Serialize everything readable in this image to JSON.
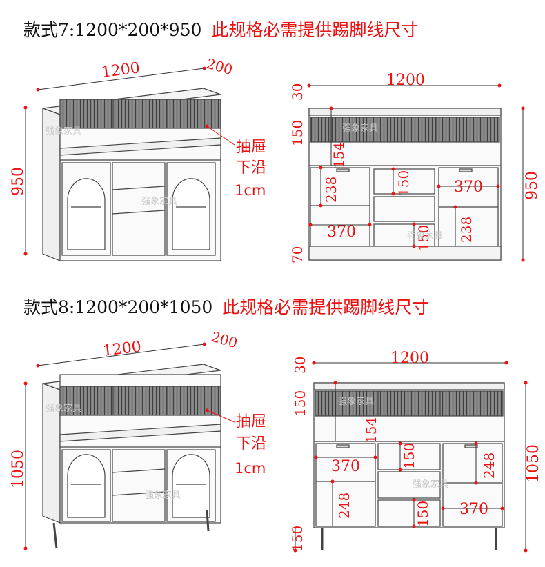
{
  "sections": [
    {
      "title": "款式7:1200*200*950",
      "note": "此规格必需提供踢脚线尺寸",
      "iso": {
        "width": "1200",
        "depth": "200",
        "height": "950",
        "drawer_note": [
          "抽屉",
          "下沿",
          "1cm"
        ]
      },
      "front": {
        "width": "1200",
        "top_thickness": "30",
        "top_shelf": "150",
        "drawer_front": "154",
        "left_cell": "238",
        "center_drawer_upper": "150",
        "center_drawer_lower": "150",
        "right_width": "370",
        "left_width": "370",
        "right_cell": "238",
        "plinth": "70",
        "height": "950"
      },
      "watermark": "强象家具"
    },
    {
      "title": "款式8:1200*200*1050",
      "note": "此规格必需提供踢脚线尺寸",
      "iso": {
        "width": "1200",
        "depth": "200",
        "height": "1050",
        "drawer_note": [
          "抽屉",
          "下沿",
          "1cm"
        ]
      },
      "front": {
        "width": "1200",
        "top_thickness": "30",
        "top_shelf": "150",
        "drawer_front": "154",
        "left_cell": "248",
        "center_drawer_upper": "150",
        "center_drawer_lower": "150",
        "right_width": "370",
        "left_width": "370",
        "right_cell": "248",
        "leg": "150",
        "height": "1050"
      },
      "watermark": "强象家具"
    }
  ],
  "colors": {
    "dimension": "#e11111",
    "line": "#333333",
    "fluted": "#6b6b6b"
  }
}
